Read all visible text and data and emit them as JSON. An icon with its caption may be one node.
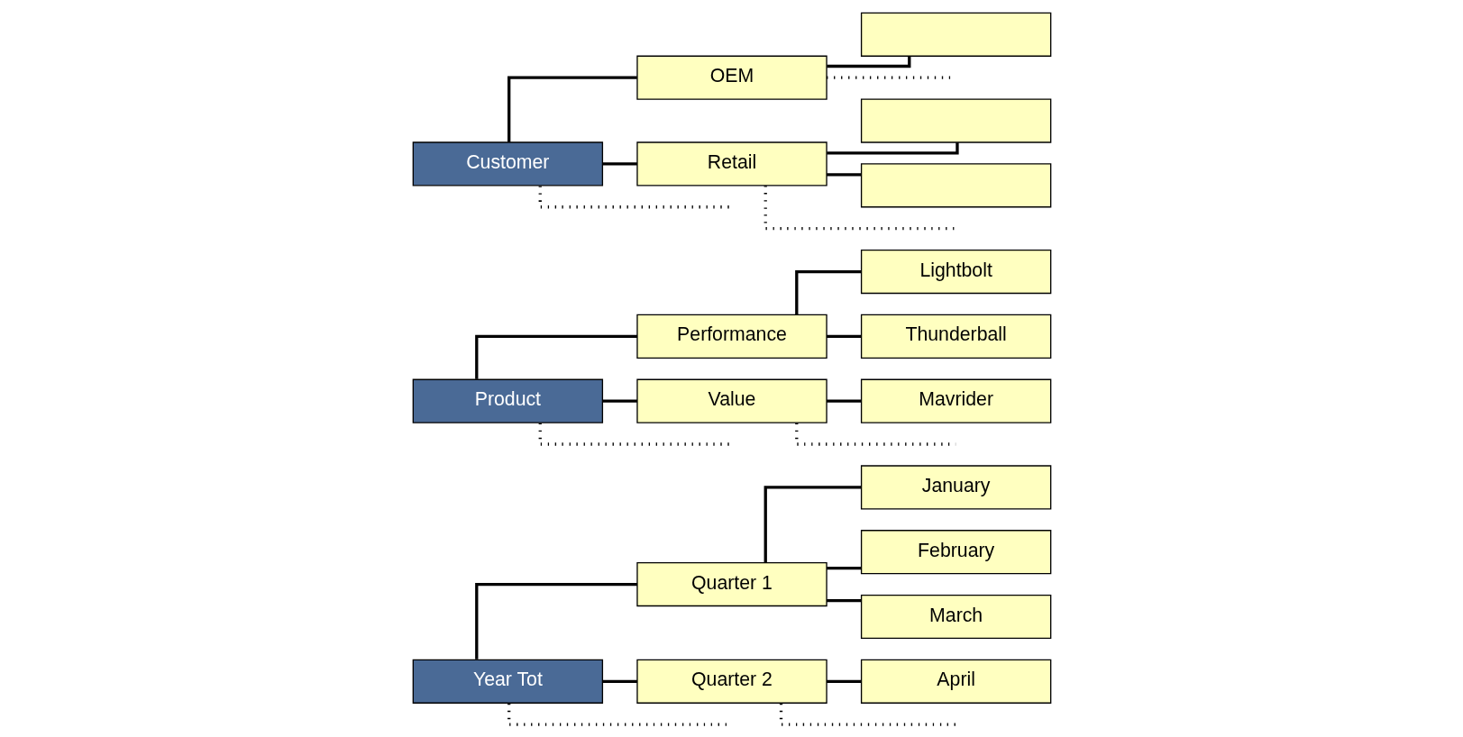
{
  "diagram": {
    "nodes": [
      {
        "text": [
          "Year Tot"
        ]
      },
      {
        "text": [
          "Quarter 1"
        ]
      },
      {
        "text": [
          "January"
        ]
      },
      {
        "text": [
          "February"
        ]
      },
      {
        "text": [
          "March"
        ]
      },
      {
        "text": [
          "Quarter 2"
        ]
      },
      {
        "text": [
          "April"
        ]
      },
      {
        "text": [
          "Product"
        ]
      },
      {
        "text": [
          "Performance"
        ]
      },
      {
        "text": [
          "Lightbolt"
        ]
      },
      {
        "text": [
          "Thunderball"
        ]
      },
      {
        "text": [
          "Value"
        ]
      },
      {
        "text": [
          "Mavrider"
        ]
      },
      {
        "text": [
          "Customer"
        ]
      },
      {
        "text": [
          "OEM"
        ]
      },
      {
        "text": [],
        "shape": "box"
      },
      {
        "text": [
          "Retail"
        ]
      },
      {
        "text": [],
        "shape": "box"
      },
      {
        "text": [],
        "shape": "box"
      }
    ],
    "edges": [
      {
        "from": 0,
        "to": 1,
        "arrow": "none"
      },
      {
        "from": 1,
        "to": 2,
        "arrow": "none"
      },
      {
        "from": 1,
        "to": 3,
        "arrow": "none"
      },
      {
        "from": 1,
        "to": 4,
        "arrow": "none"
      },
      {
        "from": 0,
        "to": 5,
        "arrow": "none"
      },
      {
        "from": 5,
        "to": 6,
        "arrow": "none"
      },
      {
        "from": 5,
        "to": null,
        "arrow": "none",
        "style": "dashed"
      },
      {
        "from": 0,
        "to": null,
        "arrow": "none",
        "style": "dashed"
      },
      {
        "from": 7,
        "to": 8,
        "arrow": "none"
      },
      {
        "from": 8,
        "to": 9,
        "arrow": "none"
      },
      {
        "from": 8,
        "to": 10,
        "arrow": "none"
      },
      {
        "from": 7,
        "to": 11,
        "arrow": "none"
      },
      {
        "from": 11,
        "to": 12,
        "arrow": "none"
      },
      {
        "from": 11,
        "to": null,
        "arrow": "none",
        "style": "dashed"
      },
      {
        "from": 7,
        "to": null,
        "arrow": "none",
        "style": "dashed"
      },
      {
        "from": 13,
        "to": 14,
        "arrow": "none"
      },
      {
        "from": 14,
        "to": 15,
        "arrow": "none"
      },
      {
        "from": 14,
        "to": null,
        "arrow": "none",
        "style": "dashed"
      },
      {
        "from": 13,
        "to": 16,
        "arrow": "none"
      },
      {
        "from": 16,
        "to": 17,
        "arrow": "none"
      },
      {
        "from": 16,
        "to": 18,
        "arrow": "none"
      },
      {
        "from": 16,
        "to": null,
        "arrow": "none",
        "style": "dashed"
      },
      {
        "from": 13,
        "to": null,
        "arrow": "none",
        "style": "dashed"
      }
    ]
  }
}
